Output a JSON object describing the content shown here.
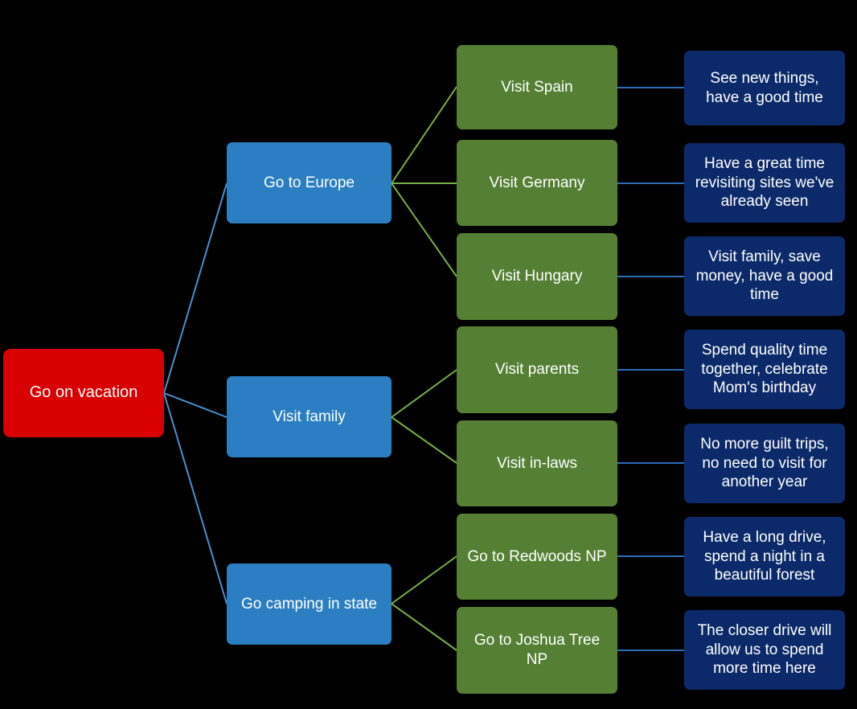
{
  "diagram": {
    "type": "decision-tree",
    "background_color": "#000000",
    "palette": {
      "root": "#d80000",
      "branch": "#2b7ec1",
      "leaf": "#558034",
      "outcome": "#0c2a69",
      "edge_root": "#4a90d0",
      "edge_branch": "#76b043",
      "edge_outcome": "#2b6cb8",
      "text": "#ffffff"
    },
    "root": {
      "label": "Go on vacation"
    },
    "branches": [
      {
        "label": "Go to Europe"
      },
      {
        "label": "Visit family"
      },
      {
        "label": "Go camping in state"
      }
    ],
    "leaves": [
      {
        "label": "Visit Spain"
      },
      {
        "label": "Visit Germany"
      },
      {
        "label": "Visit Hungary"
      },
      {
        "label": "Visit parents"
      },
      {
        "label": "Visit in-laws"
      },
      {
        "label": "Go to Redwoods NP"
      },
      {
        "label": "Go to Joshua Tree NP"
      }
    ],
    "outcomes": [
      {
        "label": "See new things, have a good time"
      },
      {
        "label": "Have a great time revisiting sites we've already seen"
      },
      {
        "label": "Visit family, save money, have a good time"
      },
      {
        "label": "Spend quality time together, celebrate Mom's birthday"
      },
      {
        "label": "No more guilt trips, no need to visit for another year"
      },
      {
        "label": "Have a long drive, spend a night in a beautiful forest"
      },
      {
        "label": "The closer drive will allow us to spend more time here"
      }
    ]
  }
}
